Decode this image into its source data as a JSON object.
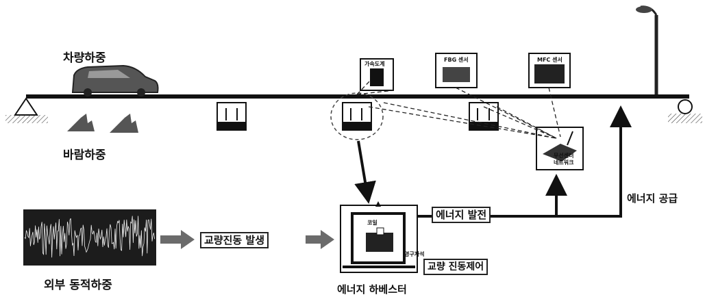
{
  "labels": {
    "vehicle_load": "차량하중",
    "wind_load": "바람하중",
    "external_dynamic_load": "외부 동적하중",
    "bridge_vibration_occurrence": "교량진동 발생",
    "energy_generation": "에너지 발전",
    "energy_supply": "에너지 공급",
    "bridge_vibration_control": "교량 진동제어",
    "energy_harvester": "에너지 하베스터",
    "accelerometer": "가속도계",
    "fbg_sensor": "FBG 센서",
    "mfc_sensor": "MFC 센서",
    "wireless_sensor_network_line1": "무선센터",
    "wireless_sensor_network_line2": "네트워크",
    "coil": "코일",
    "permanent_magnet": "영구자석"
  },
  "colors": {
    "line": "#111111",
    "arrow_gray": "#6b6b6b",
    "vehicle": "#555555",
    "signal": "#222222"
  }
}
